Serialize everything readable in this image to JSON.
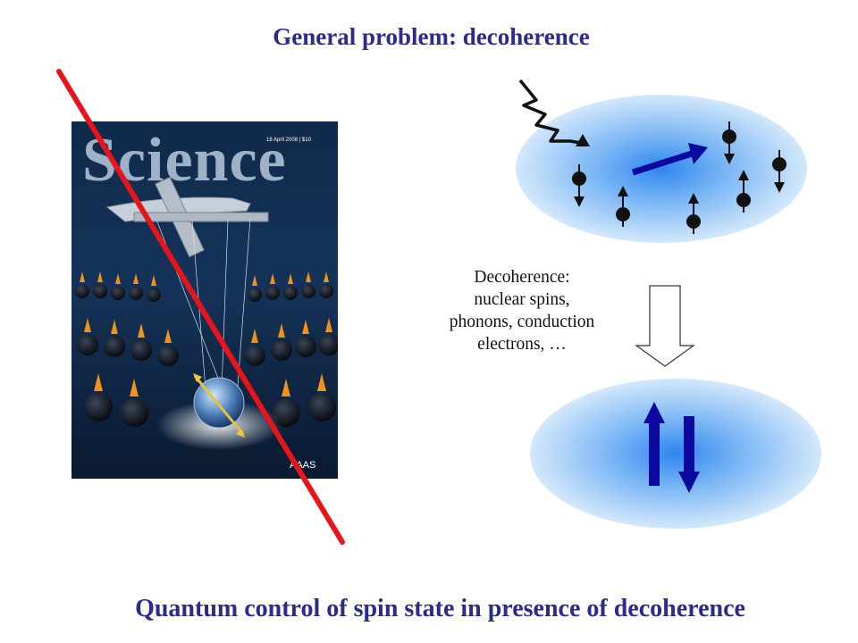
{
  "title": "General problem: decoherence",
  "bottom_title": "Quantum control of spin state in presence of decoherence",
  "cover": {
    "masthead": "Science",
    "date_price": "18 April 2008 | $10",
    "publisher": "AAAS"
  },
  "decoherence": {
    "line1": "Decoherence:",
    "line2": "nuclear spins,",
    "line3": "phonons, conduction",
    "line4": "electrons, …"
  },
  "colors": {
    "title": "#2b2b8c",
    "strike_line": "#e8141c",
    "spin_arrow": "#0a0a9e",
    "cloud_center": "#3b8ef0",
    "cloud_edge": "#cfe6fb"
  }
}
